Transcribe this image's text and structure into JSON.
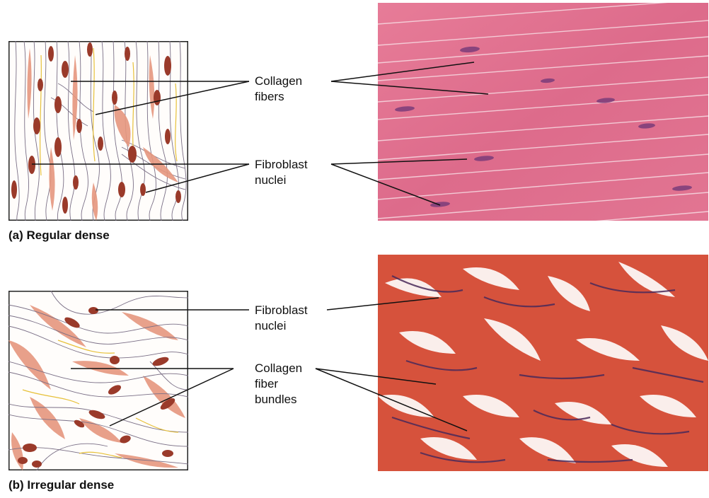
{
  "figure": {
    "panel_a": {
      "caption": "(a) Regular dense",
      "label_top": "Collagen\nfibers",
      "label_bottom": "Fibroblast\nnuclei"
    },
    "panel_b": {
      "caption": "(b) Irregular dense",
      "label_top": "Fibroblast\nnuclei",
      "label_bottom": "Collagen\nfiber\nbundles"
    },
    "colors": {
      "fiber_line": "#7a6f86",
      "collagen_salmon": "#e6977e",
      "nucleus": "#9a3a2a",
      "regular_micrograph": "#e06a8a",
      "irregular_micrograph": "#d8553e",
      "yellow_fiber": "#e7c13a"
    }
  }
}
